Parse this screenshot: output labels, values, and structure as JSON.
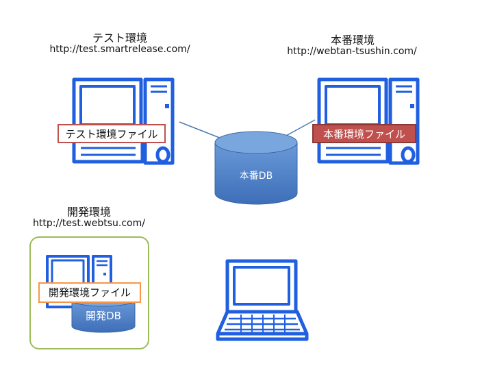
{
  "environments": {
    "test": {
      "title": "テスト環境",
      "url": "http://test.smartrelease.com/",
      "file_label": "テスト環境ファイル"
    },
    "production": {
      "title": "本番環境",
      "url": "http://webtan-tsushin.com/",
      "file_label": "本番環境ファイル"
    },
    "development": {
      "title": "開発環境",
      "url": "http://test.webtsu.com/",
      "file_label": "開発環境ファイル",
      "db_label": "開発DB"
    }
  },
  "databases": {
    "production_db": "本番DB"
  },
  "colors": {
    "computer_blue": "#1f5fe0",
    "db_blue": "#4f81bd",
    "test_border": "#c0504d",
    "prod_fill": "#c0504d",
    "dev_border": "#f79646",
    "dev_box_border": "#9bbb59",
    "line": "#4a7ab0"
  }
}
